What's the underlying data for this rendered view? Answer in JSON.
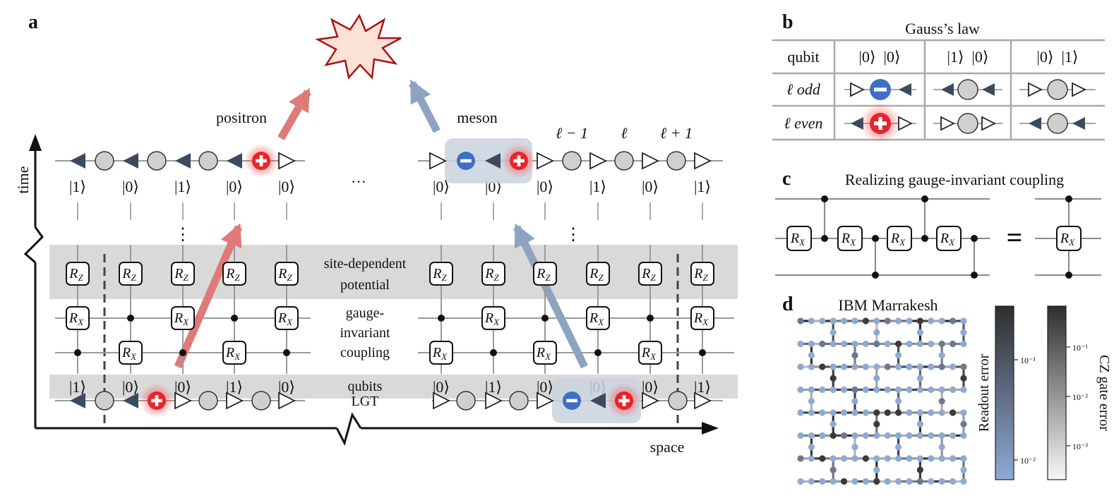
{
  "panels": {
    "a": {
      "letter": "a",
      "positron_label": "positron",
      "meson_label": "meson",
      "time_label": "time",
      "space_label": "space",
      "ellipsis": "···",
      "vdots": "⋮",
      "site_labels": {
        "prev": "ℓ − 1",
        "cur": "ℓ",
        "next": "ℓ + 1"
      },
      "top_kets": [
        "|1⟩",
        "|0⟩",
        "|1⟩",
        "|0⟩",
        "|0⟩",
        "|0⟩",
        "|0⟩",
        "|0⟩",
        "|1⟩",
        "|0⟩",
        "|1⟩"
      ],
      "qubit_kets": [
        "|1⟩",
        "|0⟩",
        "|0⟩",
        "|1⟩",
        "|0⟩",
        "|0⟩",
        "|1⟩",
        "|0⟩",
        "|0⟩",
        "|0⟩",
        "|1⟩"
      ],
      "row_labels": {
        "potential_1": "site-dependent",
        "potential_2": "potential",
        "coupling_1": "gauge-",
        "coupling_2": "invariant",
        "coupling_3": "coupling",
        "qubits": "qubits",
        "lgt": "LGT"
      },
      "gate_rz": "R",
      "gate_rz_sub": "Z",
      "gate_rx": "R",
      "gate_rx_sub": "X"
    },
    "b": {
      "letter": "b",
      "title": "Gauss’s law",
      "header": [
        "qubit",
        "|0⟩  |0⟩",
        "|1⟩  |0⟩",
        "|0⟩  |1⟩"
      ],
      "rows": [
        "ℓ odd",
        "ℓ even"
      ]
    },
    "c": {
      "letter": "c",
      "title": "Realizing gauge-invariant coupling",
      "equals": "="
    },
    "d": {
      "letter": "d",
      "title": "IBM Marrakesh",
      "readout_label": "Readout error",
      "cz_label": "CZ gate error",
      "readout_ticks": [
        "10⁻¹",
        "10⁻²"
      ],
      "cz_ticks": [
        "10⁻¹",
        "10⁻²",
        "10⁻³"
      ]
    }
  },
  "colors": {
    "positron": "#e8242a",
    "electron": "#3e6fc4",
    "arrow_red": "#e07a78",
    "arrow_blue": "#8ea3bf",
    "band": "#d9d9d9",
    "triangle_dark": "#3c4a5e",
    "site_gray": "#cfcfcf",
    "burst_fill": "#fbe1d6",
    "burst_stroke": "#a81416",
    "node_blue": "#8eaad4",
    "edge_dark": "#3d3d3d"
  }
}
